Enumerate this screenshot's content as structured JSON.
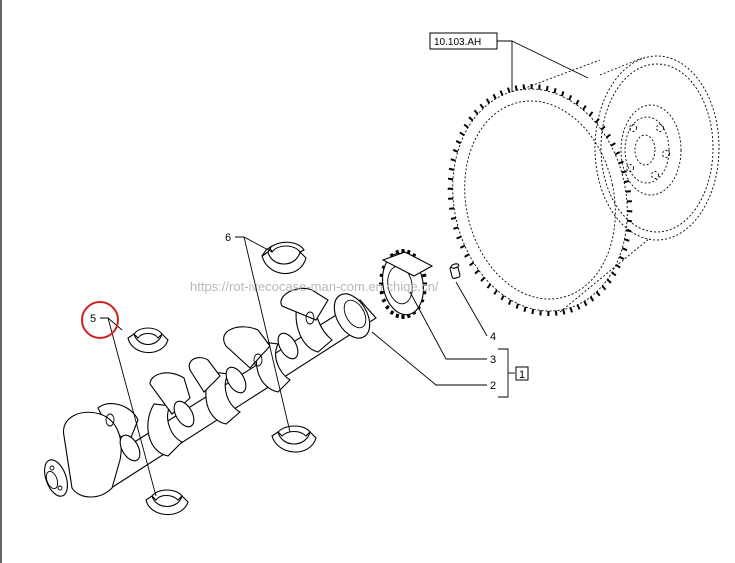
{
  "diagram": {
    "reference_box": "10.103.AH",
    "group_label": "1",
    "highlight_color": "#d42020",
    "callouts": [
      {
        "id": "1",
        "label": "2"
      },
      {
        "id": "2",
        "label": "3"
      },
      {
        "id": "3",
        "label": "4"
      },
      {
        "id": "4",
        "label": "5"
      },
      {
        "id": "5",
        "label": "6"
      }
    ],
    "watermark": "https://rot-ivecocase-man-com.en.chiqe.cn/"
  }
}
